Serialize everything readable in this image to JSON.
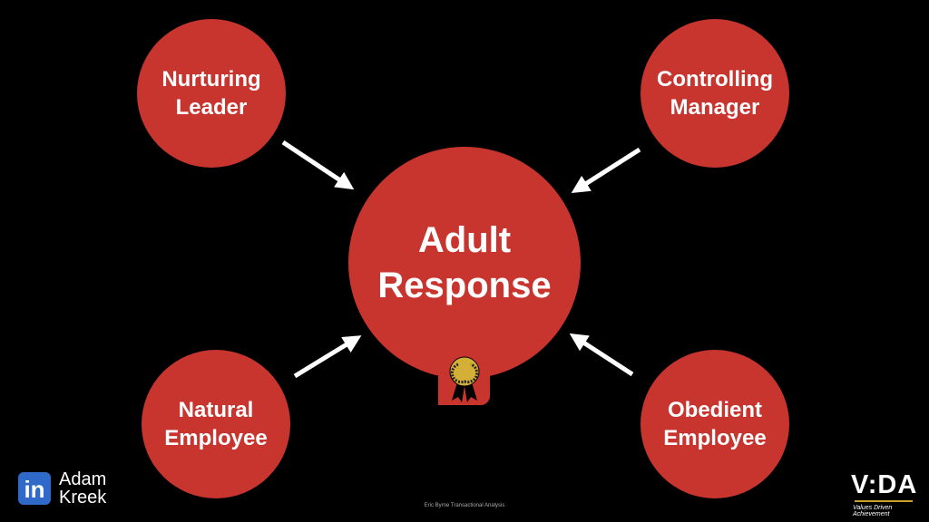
{
  "nodes": {
    "top_left": [
      "Nurturing",
      "Leader"
    ],
    "top_right": [
      "Controlling",
      "Manager"
    ],
    "bottom_left": [
      "Natural",
      "Employee"
    ],
    "bottom_right": [
      "Obedient",
      "Employee"
    ],
    "center": [
      "Adult",
      "Response"
    ]
  },
  "branding": {
    "linkedin_icon_text": "in",
    "linkedin_name": [
      "Adam",
      "Kreek"
    ],
    "vida_logo": "V:DA",
    "vida_tagline": "Values Driven Achievement"
  },
  "caption": "Eric Byrne Transactional Analysis",
  "colors": {
    "circle": "#c8352f",
    "medal": "#d4af37",
    "linkedin": "#2f6ac9"
  }
}
